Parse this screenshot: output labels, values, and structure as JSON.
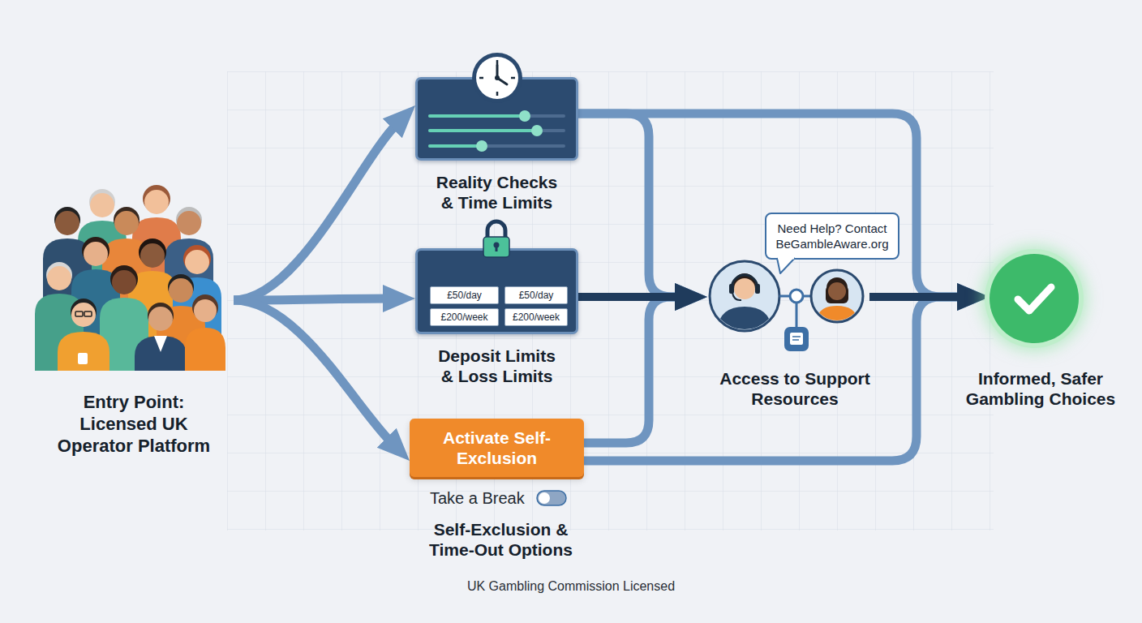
{
  "diagram": {
    "caption": "UK Gambling Commission Licensed",
    "nodes": [
      {
        "text": [
          "Entry Point: Licensed UK Operator Platform"
        ]
      },
      {
        "text": [
          "Reality Checks & Time Limits"
        ]
      },
      {
        "text": [
          "Deposit Limits & Loss Limits"
        ]
      },
      {
        "text": [
          "£50/day"
        ],
        "in": 2
      },
      {
        "text": [
          "£50/day"
        ],
        "in": 2
      },
      {
        "text": [
          "£200/week"
        ],
        "in": 2
      },
      {
        "text": [
          "£200/week"
        ],
        "in": 2
      },
      {
        "text": [
          "Activate Self-Exclusion",
          "Self-Exclusion & Time-Out Options"
        ]
      },
      {
        "text": [
          "Need Help? Contact BeGambleAware.org"
        ]
      },
      {
        "text": [
          "Access to Support Resources"
        ]
      },
      {
        "text": [
          "Informed, Safer Gambling Choices"
        ]
      }
    ],
    "edges": [
      {
        "from": 0,
        "to": 1,
        "arrow": "to"
      },
      {
        "from": 0,
        "to": 2,
        "arrow": "to"
      },
      {
        "from": 0,
        "to": 7,
        "arrow": "to"
      },
      {
        "from": 1,
        "to": 9,
        "arrow": "to"
      },
      {
        "from": 7,
        "to": 9,
        "arrow": "to"
      },
      {
        "from": 1,
        "to": 10,
        "arrow": "to"
      },
      {
        "from": 7,
        "to": 10,
        "arrow": "to"
      },
      {
        "from": 2,
        "to": 9,
        "arrow": "to"
      },
      {
        "from": 9,
        "to": 10,
        "arrow": "to"
      }
    ],
    "labels": [
      "Take a Break"
    ]
  }
}
